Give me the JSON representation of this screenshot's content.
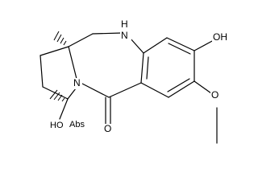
{
  "molecule": {
    "atoms": {
      "amine": "H\nN",
      "amide_nitrogen": "N",
      "carbonyl_oxygen": "O",
      "hydroxyl_right": "OH",
      "methoxy_oxygen": "O",
      "stereo_label": "Abs",
      "hydroxyl_left": "HO"
    }
  }
}
